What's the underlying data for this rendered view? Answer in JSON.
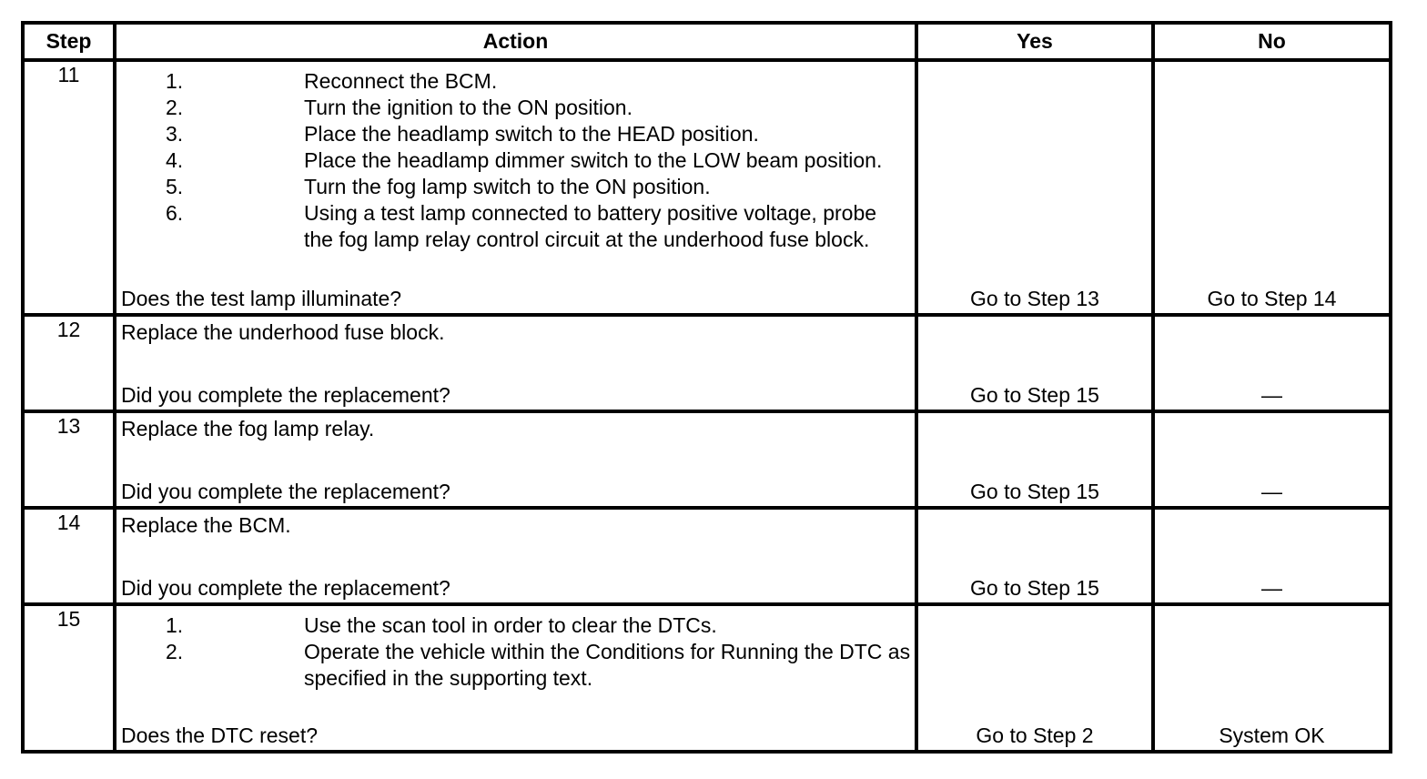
{
  "headers": {
    "step": "Step",
    "action": "Action",
    "yes": "Yes",
    "no": "No"
  },
  "rows": [
    {
      "step": "11",
      "items": [
        {
          "num": "1.",
          "text": "Reconnect the BCM."
        },
        {
          "num": "2.",
          "text": "Turn the ignition to the ON position."
        },
        {
          "num": "3.",
          "text": "Place the headlamp switch to the HEAD position."
        },
        {
          "num": "4.",
          "text": "Place the headlamp dimmer switch to the LOW beam position."
        },
        {
          "num": "5.",
          "text": "Turn the fog lamp switch to the ON position."
        },
        {
          "num": "6.",
          "text": "Using a test lamp connected to battery positive voltage, probe the fog lamp relay control circuit at the underhood fuse block."
        }
      ],
      "question": "Does the test lamp illuminate?",
      "yes": "Go to Step 13",
      "no": "Go to Step 14"
    },
    {
      "step": "12",
      "text": "Replace the underhood fuse block.",
      "question": "Did you complete the replacement?",
      "yes": "Go to Step 15",
      "no": "—"
    },
    {
      "step": "13",
      "text": "Replace the fog lamp relay.",
      "question": "Did you complete the replacement?",
      "yes": "Go to Step 15",
      "no": "—"
    },
    {
      "step": "14",
      "text": "Replace the BCM.",
      "question": "Did you complete the replacement?",
      "yes": "Go to Step 15",
      "no": "—"
    },
    {
      "step": "15",
      "items": [
        {
          "num": "1.",
          "text": "Use the scan tool in order to clear the DTCs."
        },
        {
          "num": "2.",
          "text": "Operate the vehicle within the Conditions for Running the DTC as specified in the supporting text."
        }
      ],
      "question": "Does the DTC reset?",
      "yes": "Go to Step 2",
      "no": "System OK"
    }
  ]
}
